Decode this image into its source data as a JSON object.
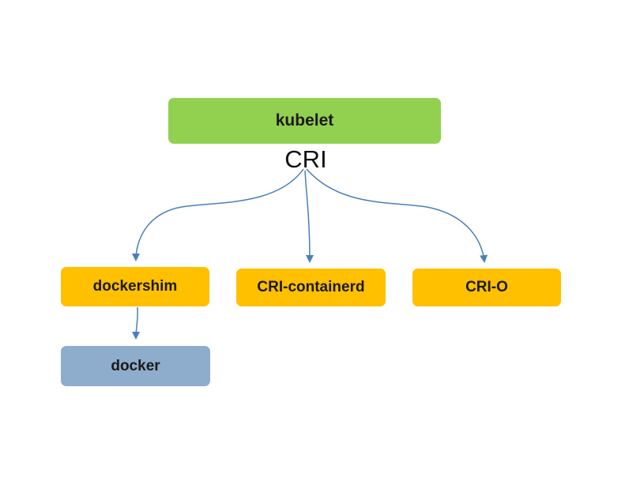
{
  "diagram": {
    "nodes": {
      "kubelet": {
        "label": "kubelet",
        "color": "#92d050"
      },
      "dockershim": {
        "label": "dockershim",
        "color": "#ffc000"
      },
      "cri_containerd": {
        "label": "CRI-containerd",
        "color": "#ffc000"
      },
      "cri_o": {
        "label": "CRI-O",
        "color": "#ffc000"
      },
      "docker": {
        "label": "docker",
        "color": "#8eaccc"
      }
    },
    "interface_label": "CRI",
    "edge_color": "#4a7ebb",
    "edges": [
      {
        "from": "kubelet",
        "to": "dockershim"
      },
      {
        "from": "kubelet",
        "to": "cri_containerd"
      },
      {
        "from": "kubelet",
        "to": "cri_o"
      },
      {
        "from": "dockershim",
        "to": "docker"
      }
    ]
  }
}
